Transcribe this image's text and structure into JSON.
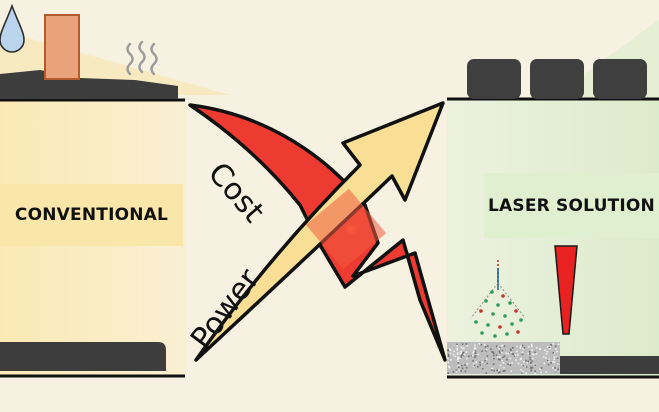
{
  "diagram": {
    "left_label": "CONVENTIONAL",
    "right_label": "LASER SOLUTION",
    "cost_label": "Cost",
    "power_label": "Power"
  },
  "colors": {
    "background": "#f6f1e1",
    "conventional_panel": "#fbecc0",
    "laser_panel": "#e6f0d8",
    "cost_arrow": "#ee3b32",
    "power_arrow": "#f9df95",
    "outline": "#111111"
  },
  "icons": [
    "water-drop-icon",
    "heat-waves-icon",
    "laser-beam-icon"
  ]
}
